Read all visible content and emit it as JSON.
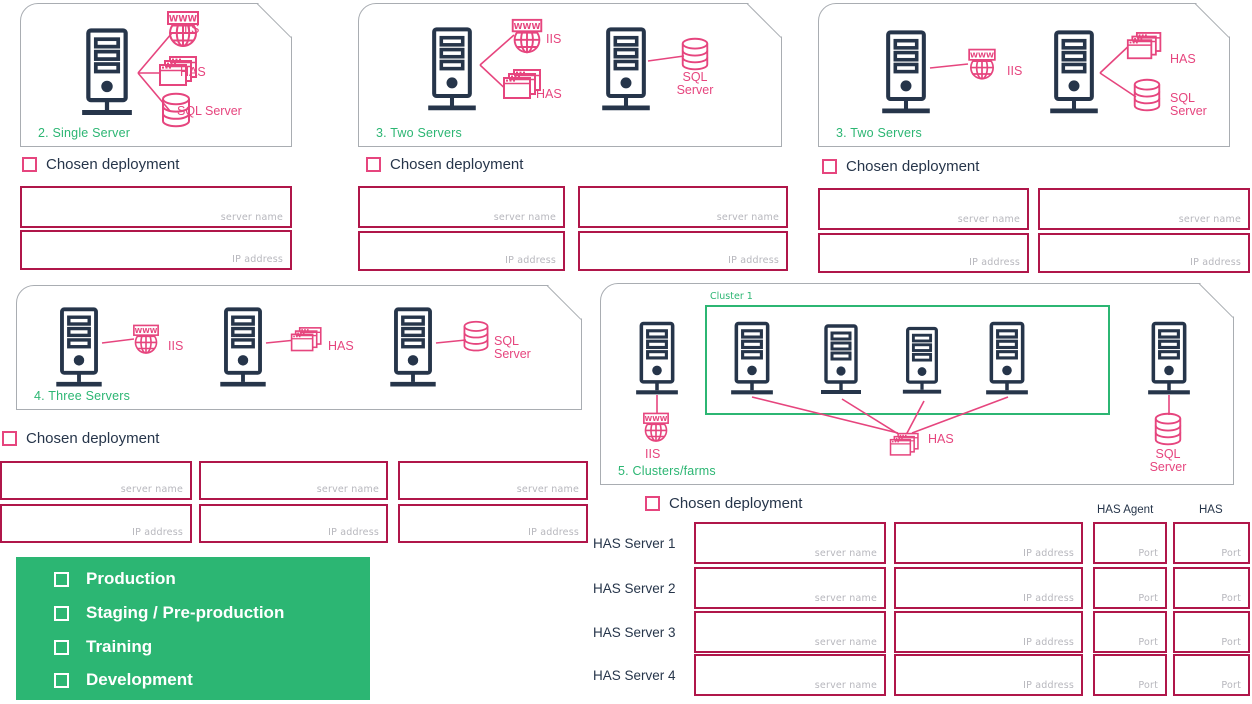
{
  "theme": {
    "pink": "#e6457e",
    "crimson": "#b0164a",
    "green": "#2cb673",
    "navy": "#26354a",
    "panel_border": "#a9adb2",
    "placeholder_gray": "#b7b7bd"
  },
  "placeholders": {
    "server_name": "server name",
    "ip_address": "IP address",
    "port": "Port"
  },
  "common": {
    "chosen_deployment": "Chosen deployment",
    "iis": "IIS",
    "has": "HAS",
    "sql_server": "SQL Server",
    "sql": "SQL",
    "server": "Server"
  },
  "panels": [
    {
      "id": "single-server",
      "caption": "2. Single  Server",
      "chosen_deployment": "Chosen deployment",
      "icon_labels": [
        "IIS",
        "HAS",
        "SQL Server"
      ],
      "fields": [
        {
          "placeholder": "server name"
        },
        {
          "placeholder": "IP address"
        }
      ]
    },
    {
      "id": "two-servers-a",
      "caption": "3. Two Servers",
      "chosen_deployment": "Chosen deployment",
      "icon_labels": [
        "IIS",
        "HAS",
        "SQL",
        "Server"
      ],
      "fields": [
        {
          "placeholder": "server name"
        },
        {
          "placeholder": "server name"
        },
        {
          "placeholder": "IP address"
        },
        {
          "placeholder": "IP address"
        }
      ]
    },
    {
      "id": "two-servers-b",
      "caption": "3. Two Servers",
      "chosen_deployment": "Chosen deployment",
      "icon_labels": [
        "IIS",
        "HAS",
        "SQL",
        "Server"
      ],
      "fields": [
        {
          "placeholder": "server name"
        },
        {
          "placeholder": "server name"
        },
        {
          "placeholder": "IP address"
        },
        {
          "placeholder": "IP address"
        }
      ]
    },
    {
      "id": "three-servers",
      "caption": "4. Three Servers",
      "chosen_deployment": "Chosen deployment",
      "icon_labels": [
        "IIS",
        "HAS",
        "SQL",
        "Server"
      ],
      "fields": [
        {
          "placeholder": "server name"
        },
        {
          "placeholder": "server name"
        },
        {
          "placeholder": "server name"
        },
        {
          "placeholder": "IP address"
        },
        {
          "placeholder": "IP address"
        },
        {
          "placeholder": "IP address"
        }
      ]
    },
    {
      "id": "clusters-farms",
      "caption": "5. Clusters/farms",
      "cluster_label": "Cluster 1",
      "chosen_deployment": "Chosen deployment",
      "icon_labels": [
        "IIS",
        "HAS",
        "SQL",
        "Server"
      ]
    }
  ],
  "has_table": {
    "column_headers": [
      "HAS Agent",
      "HAS"
    ],
    "rows": [
      {
        "label": "HAS  Server 1",
        "server_name": "server name",
        "ip_address": "IP address",
        "has_agent_port": "Port",
        "has_port": "Port"
      },
      {
        "label": "HAS  Server 2",
        "server_name": "server name",
        "ip_address": "IP address",
        "has_agent_port": "Port",
        "has_port": "Port"
      },
      {
        "label": "HAS  Server 3",
        "server_name": "server name",
        "ip_address": "IP address",
        "has_agent_port": "Port",
        "has_port": "Port"
      },
      {
        "label": "HAS  Server 4",
        "server_name": "server name",
        "ip_address": "IP address",
        "has_agent_port": "Port",
        "has_port": "Port"
      }
    ]
  },
  "environments": {
    "items": [
      {
        "label": "Production"
      },
      {
        "label": "Staging / Pre-production"
      },
      {
        "label": "Training"
      },
      {
        "label": "Development"
      }
    ]
  }
}
